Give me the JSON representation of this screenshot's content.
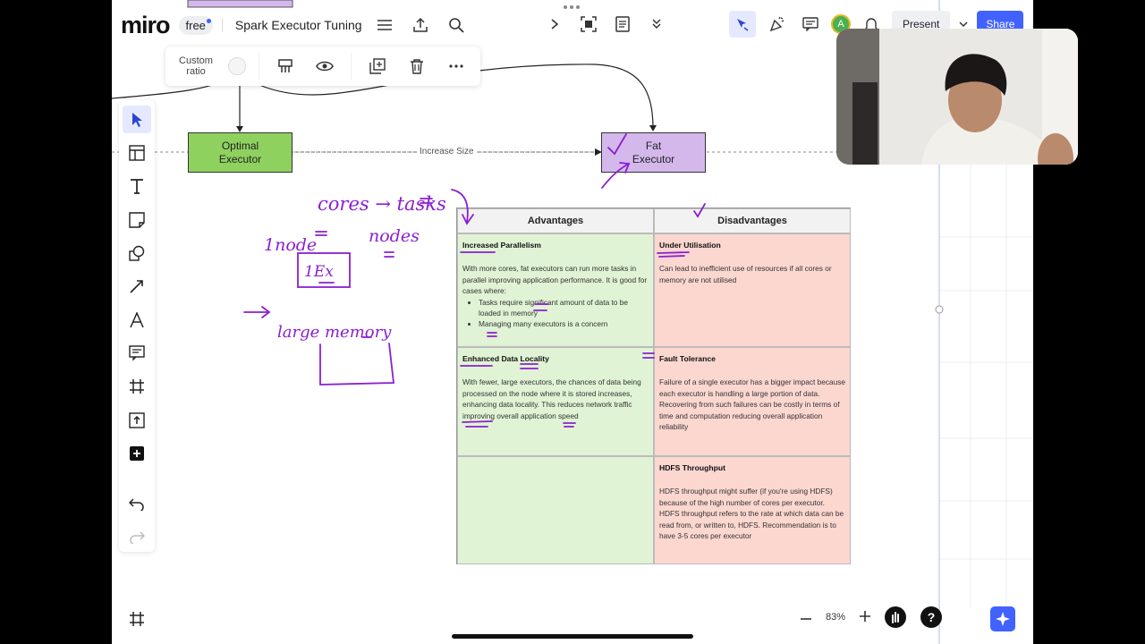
{
  "app": {
    "logo": "miro",
    "plan": "free",
    "board_title": "Spark Executor Tuning"
  },
  "header": {
    "present_label": "Present",
    "share_label": "Share",
    "avatar_initial": "A"
  },
  "context_toolbar": {
    "ratio_label_1": "Custom",
    "ratio_label_2": "ratio"
  },
  "canvas": {
    "optimal_executor_1": "Optimal",
    "optimal_executor_2": "Executor",
    "fat_executor_1": "Fat",
    "fat_executor_2": "Executor",
    "connector_label": "Increase Size",
    "handwriting": {
      "cores_tasks": "cores → tasks",
      "node": "1node",
      "nodes": "nodes",
      "one_ex": "1Ex",
      "large_memory": "large memory"
    }
  },
  "table": {
    "col_advantages": "Advantages",
    "col_disadvantages": "Disadvantages",
    "adv1": {
      "title": "Increased Parallelism",
      "body": "With more cores, fat executors can run more tasks in parallel improving application performance. It is good for cases where:",
      "bullets": [
        "Tasks require significant amount of data to be loaded in memory",
        "Managing many executors is a concern"
      ]
    },
    "adv2": {
      "title": "Enhanced Data Locality",
      "body": "With fewer, large executors, the chances of data being processed on the node where it is stored increases, enhancing data locality. This reduces network traffic improving overall application speed"
    },
    "dis1": {
      "title": "Under Utilisation",
      "body": "Can lead to inefficient use of resources if all cores or memory are not utilised"
    },
    "dis2": {
      "title": "Fault Tolerance",
      "body": "Failure of a single executor has a bigger impact because each executor is handling a large portion of data. Recovering from such failures can be costly in terms of time and computation reducing overall application reliability"
    },
    "dis3": {
      "title": "HDFS Throughput",
      "body": "HDFS throughput might suffer (if you're using HDFS) because of the high number of cores per executor. HDFS throughput refers to the rate at which data can be read from, or written to, HDFS. Recommendation is to have 3-5 cores per executor"
    }
  },
  "footer": {
    "zoom": "83%"
  },
  "colors": {
    "accent": "#4262ff",
    "green_cell": "#e0f3d4",
    "red_cell": "#fbd7d0",
    "pen": "#8a1fd1",
    "optimal_fill": "#8fd15f",
    "fat_fill": "#d4b8ec"
  }
}
